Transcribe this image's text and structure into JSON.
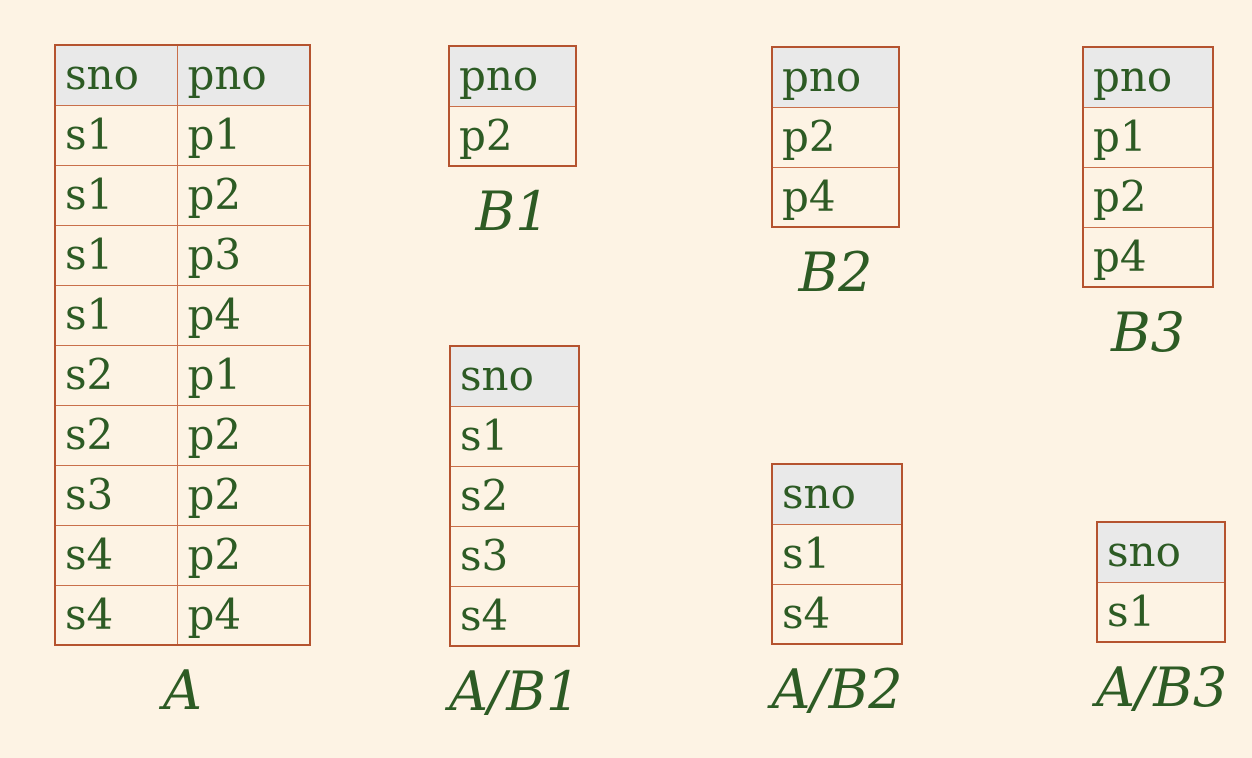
{
  "canvas": {
    "background": "#fdf3e4"
  },
  "colors": {
    "table_outer_border": "#b5532f",
    "table_grid_line": "#c96f4a",
    "header_cell_bg": "#e9e9e9",
    "text_green": "#2d5b24"
  },
  "tables": [
    {
      "name": "A",
      "label": "A",
      "columns": [
        "sno",
        "pno"
      ],
      "rows": [
        [
          "s1",
          "p1"
        ],
        [
          "s1",
          "p2"
        ],
        [
          "s1",
          "p3"
        ],
        [
          "s1",
          "p4"
        ],
        [
          "s2",
          "p1"
        ],
        [
          "s2",
          "p2"
        ],
        [
          "s3",
          "p2"
        ],
        [
          "s4",
          "p2"
        ],
        [
          "s4",
          "p4"
        ]
      ]
    },
    {
      "name": "B1",
      "label": "B1",
      "columns": [
        "pno"
      ],
      "rows": [
        [
          "p2"
        ]
      ]
    },
    {
      "name": "B2",
      "label": "B2",
      "columns": [
        "pno"
      ],
      "rows": [
        [
          "p2"
        ],
        [
          "p4"
        ]
      ]
    },
    {
      "name": "B3",
      "label": "B3",
      "columns": [
        "pno"
      ],
      "rows": [
        [
          "p1"
        ],
        [
          "p2"
        ],
        [
          "p4"
        ]
      ]
    },
    {
      "name": "A/B1",
      "label": "A/B1",
      "columns": [
        "sno"
      ],
      "rows": [
        [
          "s1"
        ],
        [
          "s2"
        ],
        [
          "s3"
        ],
        [
          "s4"
        ]
      ]
    },
    {
      "name": "A/B2",
      "label": "A/B2",
      "columns": [
        "sno"
      ],
      "rows": [
        [
          "s1"
        ],
        [
          "s4"
        ]
      ]
    },
    {
      "name": "A/B3",
      "label": "A/B3",
      "columns": [
        "sno"
      ],
      "rows": [
        [
          "s1"
        ]
      ]
    }
  ]
}
